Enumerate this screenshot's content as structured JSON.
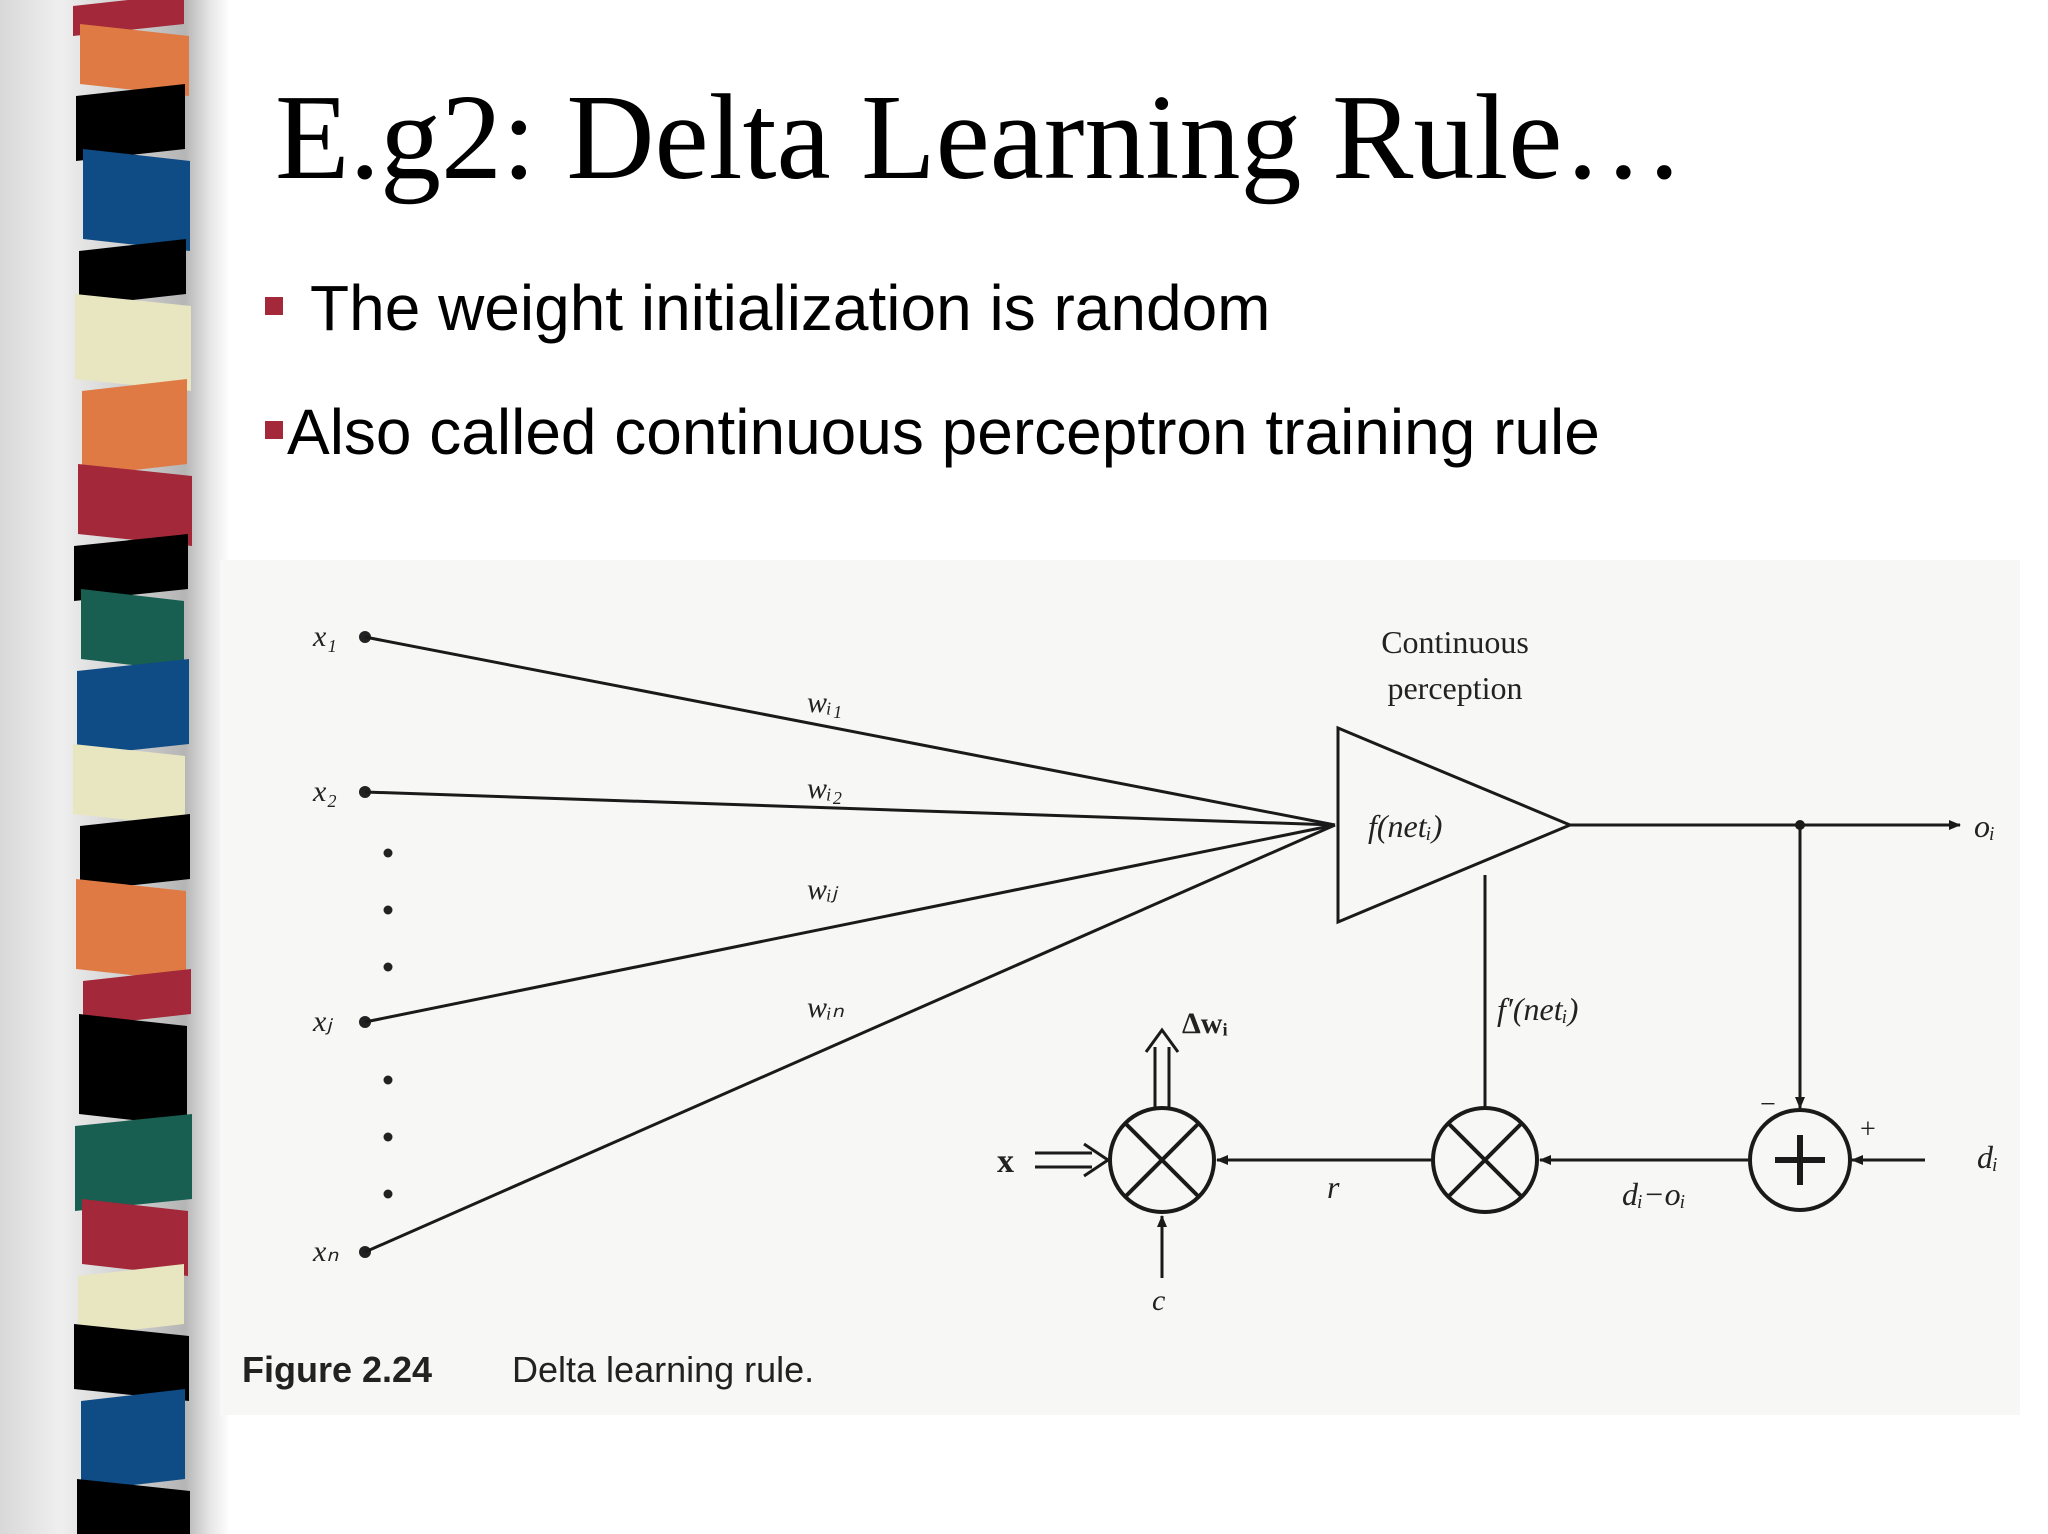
{
  "title": "E.g2: Delta Learning Rule…",
  "bullets": [
    "The weight initialization is random",
    "Also called continuous perceptron training rule"
  ],
  "colors": {
    "bullet": "#a3283a",
    "stripes": [
      "#a3283a",
      "#e07a44",
      "#000000",
      "#0f4b85",
      "#e8e6c0",
      "#185f52"
    ]
  },
  "figure": {
    "inputs": {
      "x1": "x₁",
      "x2": "x₂",
      "xj": "xⱼ",
      "xn": "xₙ"
    },
    "weights": {
      "wi1": "wᵢ₁",
      "wi2": "wᵢ₂",
      "wij": "wᵢⱼ",
      "win": "wᵢₙ"
    },
    "neuron_label_line1": "Continuous",
    "neuron_label_line2": "perception",
    "activation": "f(netᵢ)",
    "output": "oᵢ",
    "derivative": "f′(netᵢ)",
    "desired": "dᵢ",
    "error": "dᵢ−oᵢ",
    "r": "r",
    "delta_w": "Δwᵢ",
    "x_vector": "x",
    "c": "c",
    "minus": "−",
    "plus": "+",
    "caption_number": "Figure 2.24",
    "caption_text": "Delta learning rule."
  }
}
